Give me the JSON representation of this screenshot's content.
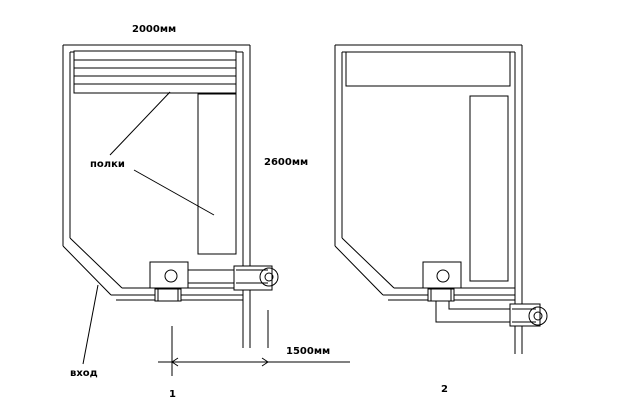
{
  "labels": {
    "width_dim": "2000мм",
    "height_dim": "2600мм",
    "shelves": "полки",
    "entrance": "вход",
    "offset_dim": "1500мм",
    "variant_1": "1",
    "variant_2": "2"
  }
}
